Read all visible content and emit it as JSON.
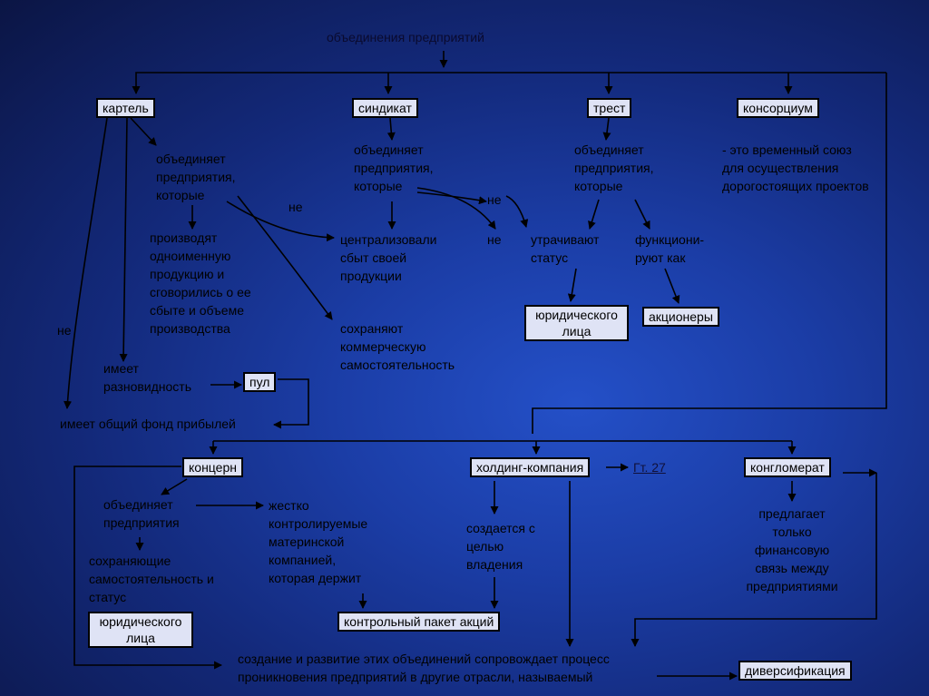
{
  "title": "объединения предприятий",
  "boxes": {
    "kartel": "картель",
    "sindikat": "синдикат",
    "trest": "трест",
    "konsorcium": "консорциум",
    "yur_lica_1": "юридического лица",
    "akcionery": "акционеры",
    "pul": "пул",
    "koncern": "концерн",
    "holding": "холдинг-компания",
    "konglomerat": "конгломерат",
    "yur_lica_2": "юридического лица",
    "kontrolny_paket": "контрольный пакет акций",
    "diversifikaciya": "диверсификация"
  },
  "texts": {
    "kartel_obedinyaet": "объединяет предприятия, которые",
    "ne_1": "не",
    "proizvodyat": "производят одноименную продукцию и сговорились о ее сбыте и объеме производства",
    "ne_left": "не",
    "imeet_raznovidnost": "имеет разновидность",
    "obshchiy_fond": "имеет общий фонд прибылей",
    "sindikat_obedinyaet": "объединяет предприятия, которые",
    "ne_2": "не",
    "ne_3": "не",
    "centralizovali": "централизовали сбыт своей продукции",
    "sohranyayut": "сохраняют коммерческую самостоятельность",
    "trest_obedinyaet": "объединяет предприятия, которые",
    "utrachivayut": "утрачивают статус",
    "funkcioniruyut": "функциони-руют как",
    "konsorcium_desc": "- это временный союз для осуществления дорогостоящих проектов",
    "koncern_obedinyaet": "объединяет предприятия",
    "sohranyayushchie": "сохраняющие самостоятельность и статус",
    "zhestko": "жестко контролируемые материнской компанией, которая держит",
    "sozdaetsya": "создается с целью владения",
    "gt27": "Гт. 27",
    "predpolagaet": "предлагает только финансовую связь между предприятиями",
    "sozdanie": "создание и развитие этих объединений сопровождает процесс проникновения предприятий в другие отрасли, называемый"
  }
}
